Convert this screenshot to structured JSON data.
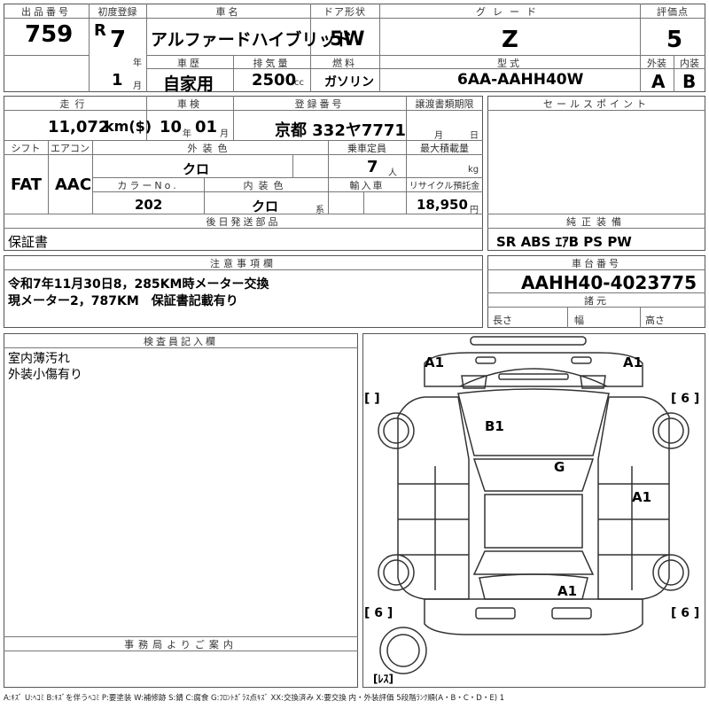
{
  "header": {
    "lot_label": "出品番号",
    "lot": "759",
    "first_reg_label": "初度登録",
    "era": "R",
    "year": "7",
    "year_unit": "年",
    "month": "1",
    "month_unit": "月",
    "car_name_label": "車名",
    "car_name": "アルファードハイブリッド",
    "door_label": "ドア形状",
    "door": "5W",
    "grade_label": "グレード",
    "grade": "Z",
    "score_label": "評価点",
    "score": "5",
    "history_label": "車歴",
    "history": "自家用",
    "displacement_label": "排気量",
    "displacement": "2500",
    "displacement_unit": "cc",
    "fuel_label": "燃料",
    "fuel": "ガソリン",
    "model_label": "型式",
    "model": "6AA-AAHH40W",
    "exterior_label": "外装",
    "exterior_grade": "A",
    "interior_label": "内装",
    "interior_grade": "B"
  },
  "row2": {
    "mileage_label": "走行",
    "mileage": "11,072",
    "mileage_unit": "km($)",
    "inspection_label": "車検",
    "inspection_year": "10",
    "inspection_year_unit": "年",
    "inspection_month": "01",
    "inspection_month_unit": "月",
    "plate_label": "登録番号",
    "plate": "京都 332ヤ7771",
    "transfer_label": "譲渡書類期限",
    "transfer_month_unit": "月",
    "transfer_day_unit": "日",
    "sales_points_label": "セールスポイント"
  },
  "row3": {
    "shift_label": "シフト",
    "shift": "FAT",
    "ac_label": "エアコン",
    "ac": "AAC",
    "ext_color_label": "外装色",
    "ext_color": "クロ",
    "capacity_label": "乗車定員",
    "capacity": "7",
    "capacity_unit": "人",
    "load_label": "最大積載量",
    "load_unit": "kg",
    "color_no_label": "カラーNo.",
    "color_no": "202",
    "int_color_label": "内装色",
    "int_color": "クロ",
    "int_color_unit": "系",
    "import_label": "輸入車",
    "recycle_label": "リサイクル預託金",
    "recycle": "18,950",
    "recycle_unit": "円"
  },
  "shipping": {
    "label": "後日発送部品",
    "value": "保証書"
  },
  "equipment": {
    "label": "純正装備",
    "value": "SR ABS ｴｱB PS PW"
  },
  "notes": {
    "label": "注意事項欄",
    "line1": "令和7年11月30日8，285KM時メーター交換",
    "line2": "現メーター2，787KM　保証書記載有り"
  },
  "chassis": {
    "label": "車台番号",
    "value": "AAHH40-4023775",
    "dims_label": "諸元",
    "length_label": "長さ",
    "width_label": "幅",
    "height_label": "高さ"
  },
  "inspector": {
    "label": "検査員記入欄",
    "line1": "室内薄汚れ",
    "line2": "外装小傷有り"
  },
  "office": {
    "label": "事務局よりご案内"
  },
  "diagram": {
    "marks": {
      "a1_front_left": "A1",
      "a1_front_right": "A1",
      "b1_hood": "B1",
      "g_windshield": "G",
      "a1_right_side": "A1",
      "a1_rear": "A1"
    },
    "tires": {
      "fl": "[ ]",
      "fr": "[ 6 ]",
      "rl": "[ 6 ]",
      "rr": "[ 6 ]",
      "spare": "[ﾚｽ]"
    }
  },
  "legend": "A:ｷｽﾞ U:ﾍｺﾐ B:ｷｽﾞを伴うﾍｺﾐ P:要塗装 W:補修跡 S:錆 C:腐食 G:ﾌﾛﾝﾄｶﾞﾗｽ点ｷｽﾞ XX:交換済み X:要交換 内・外装評価 5段階ﾗﾝｸ順(A・B・C・D・E) 1"
}
